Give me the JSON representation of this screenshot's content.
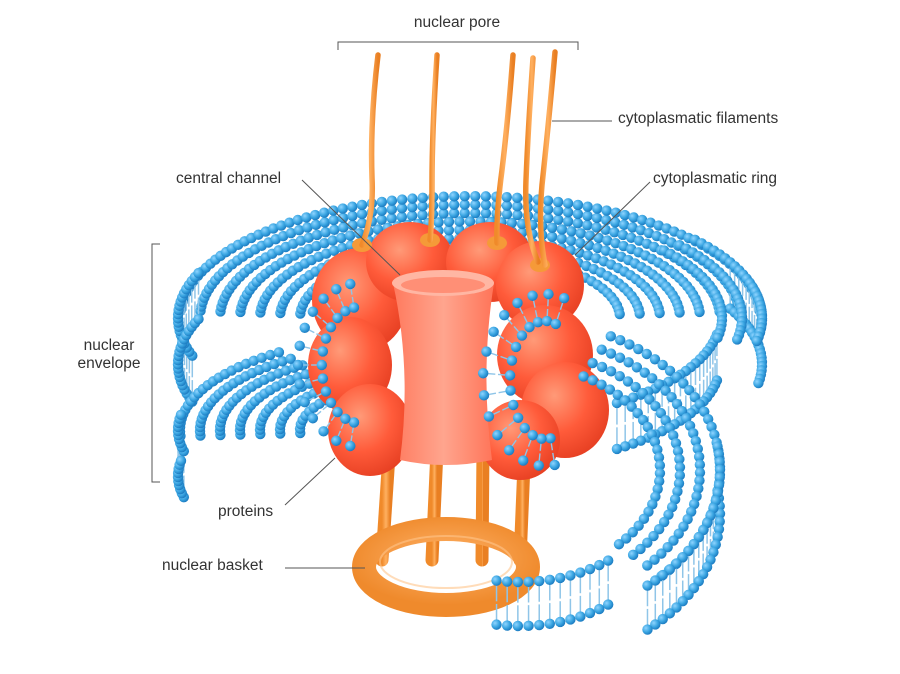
{
  "colors": {
    "background": "#ffffff",
    "text": "#333333",
    "leader_line": "#555555",
    "lipid_head": "#3ba6e2",
    "lipid_head_shadow": "#1e7ec3",
    "lipid_tail": "#8fc5e8",
    "protein": "#ff5b3a",
    "protein_light": "#ff8a6b",
    "central_channel": "#ff8c74",
    "filament": "#f59a38",
    "basket": "#f7943a"
  },
  "labels": {
    "nuclear_pore": "nuclear pore",
    "cytoplasmatic_filaments": "cytoplasmatic filaments",
    "central_channel": "central channel",
    "cytoplasmatic_ring": "cytoplasmatic ring",
    "nuclear_envelope_line1": "nuclear",
    "nuclear_envelope_line2": "envelope",
    "proteins": "proteins",
    "nuclear_basket": "nuclear basket"
  }
}
